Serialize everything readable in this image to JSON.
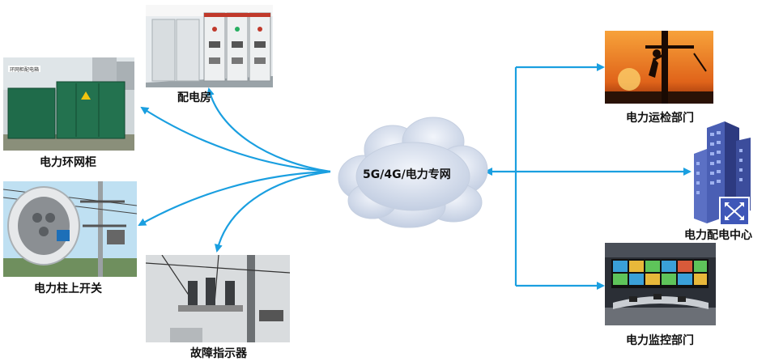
{
  "network": {
    "label": "5G/4G/电力专网"
  },
  "left_nodes": [
    {
      "id": "substation-room",
      "label": "配电房",
      "icon": "switchgear-room-photo"
    },
    {
      "id": "ring-main-unit",
      "label": "电力环网柜",
      "icon": "ring-main-cabinet-photo",
      "photo_caption": "环网柜配电箱"
    },
    {
      "id": "pole-switch",
      "label": "电力柱上开关",
      "icon": "pole-switch-photo"
    },
    {
      "id": "fault-indicator",
      "label": "故障指示器",
      "icon": "fault-indicator-photo"
    }
  ],
  "right_nodes": [
    {
      "id": "ops-dept",
      "label": "电力运检部门",
      "icon": "lineman-silhouette-photo"
    },
    {
      "id": "dist-center",
      "label": "电力配电中心",
      "icon": "building-network-icon"
    },
    {
      "id": "monitor-dept",
      "label": "电力监控部门",
      "icon": "control-room-photo"
    }
  ],
  "colors": {
    "arrow": "#1a9fe0",
    "cloud": "#dde5f2",
    "cloud_shade": "#b9c6dd"
  }
}
